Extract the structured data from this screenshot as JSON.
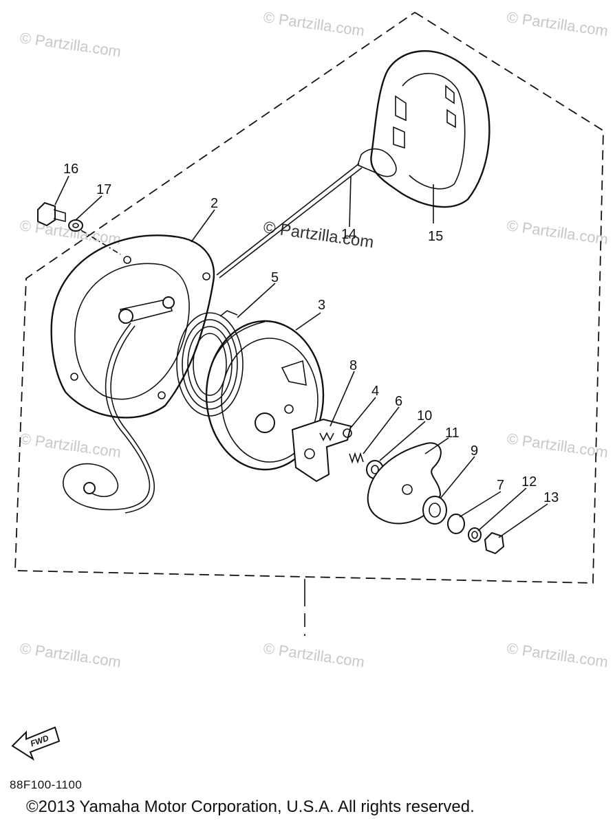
{
  "watermark_text": "© Partzilla.com",
  "callouts": [
    {
      "id": "16",
      "label": "16"
    },
    {
      "id": "17",
      "label": "17"
    },
    {
      "id": "2",
      "label": "2"
    },
    {
      "id": "14",
      "label": "14"
    },
    {
      "id": "15",
      "label": "15"
    },
    {
      "id": "5",
      "label": "5"
    },
    {
      "id": "3",
      "label": "3"
    },
    {
      "id": "8",
      "label": "8"
    },
    {
      "id": "4",
      "label": "4"
    },
    {
      "id": "6",
      "label": "6"
    },
    {
      "id": "10",
      "label": "10"
    },
    {
      "id": "11",
      "label": "11"
    },
    {
      "id": "9",
      "label": "9"
    },
    {
      "id": "7",
      "label": "7"
    },
    {
      "id": "12",
      "label": "12"
    },
    {
      "id": "13",
      "label": "13"
    }
  ],
  "fwd_label": "FWD",
  "diagram_code": "88F100-1100",
  "copyright": "©2013 Yamaha Motor Corporation, U.S.A. All rights reserved."
}
